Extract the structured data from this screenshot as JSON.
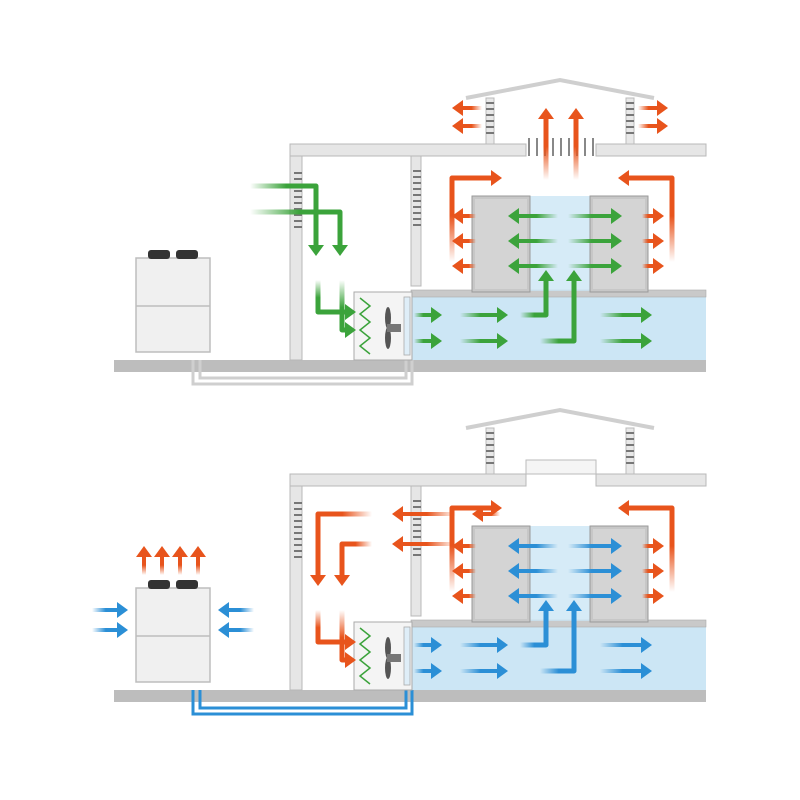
{
  "colors": {
    "fresh_air": "#3ba33b",
    "warm_air": "#e8541c",
    "cool_air": "#2b8fd6",
    "building": "#e6e6e6",
    "building_edge": "#b8b8b8",
    "pressure_zone": "#cce6f5",
    "cabinet": "#c9c9c9",
    "ground": "#bdbdbd",
    "pipe_inactive": "#cfcfcf",
    "pipe_active": "#2b8fd6"
  },
  "panels": [
    {
      "mode": "free-cooling",
      "chiller_active": false,
      "intake_air": "fresh_air",
      "room_air": "fresh_air",
      "exhaust_air": "warm_air",
      "roof_vent_open": true
    },
    {
      "mode": "mechanical-cooling",
      "chiller_active": true,
      "intake_air": "warm_air",
      "room_air": "cool_air",
      "exhaust_air": "warm_air",
      "roof_vent_open": false
    }
  ],
  "icons": {
    "chiller": "outdoor-chiller-icon",
    "fan": "fan-icon",
    "coil": "cooling-coil-icon",
    "rack": "server-rack-icon",
    "louver": "louver-icon"
  }
}
